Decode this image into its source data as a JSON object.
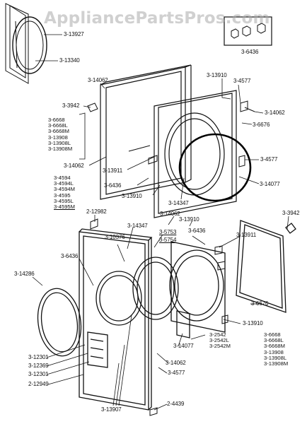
{
  "watermark": "AppliancePartsPros.com",
  "highlight_color": "#000000",
  "labels": {
    "p13927": "3-13927",
    "p13340": "3-13340",
    "p6436_box": "3-6436",
    "p14062_a": "3-14062",
    "p13910_a": "3-13910",
    "p4577_a": "3-4577",
    "p3942_a": "3-3942",
    "p14062_b": "3-14062",
    "p6676_a": "3-6676",
    "p14062_c": "3-14062",
    "p13911_a": "3-13911",
    "p4577_b": "3-4577",
    "p6436_a": "3-6436",
    "p14077_a": "3-14077",
    "p13910_b": "3-13910",
    "p14347_a": "3-14347",
    "p12982": "2-12982",
    "p14062_d": "3-14062",
    "p13910_c": "3-13910",
    "p3942_b": "3-3942",
    "p14347_b": "3-14347",
    "p6436_b": "3-6436",
    "p5753": "3-5753",
    "p5754": "3-5754",
    "p10376": "3-10376",
    "p13911_b": "3-13911",
    "p6436_c": "3-6436",
    "p14286": "3-14286",
    "p6676_b": "3-6676",
    "p13910_d": "3-13910",
    "p14077_b": "3-14077",
    "p12301_a": "3-12301",
    "p12369": "3-12369",
    "p12301_b": "3-12301",
    "p12949": "2-12949",
    "p14062_e": "3-14062",
    "p4577_c": "3-4577",
    "p13907": "3-13907",
    "p4439": "2-4439"
  },
  "stacks": {
    "s6668_a": [
      "3-6668",
      "3-6668L",
      "3-6668M",
      "3-13908",
      "3-13908L",
      "3-13908M"
    ],
    "s4594": [
      "3-4594",
      "3-4594L",
      "3-4594M",
      "3-4595",
      "3-4595L",
      "3-4595M"
    ],
    "s2542": [
      "3-2542",
      "3-2542L",
      "3-2542M"
    ],
    "s6668_b": [
      "3-6668",
      "3-6668L",
      "3-6668M",
      "3-13908",
      "3-13908L",
      "3-13908M"
    ]
  }
}
